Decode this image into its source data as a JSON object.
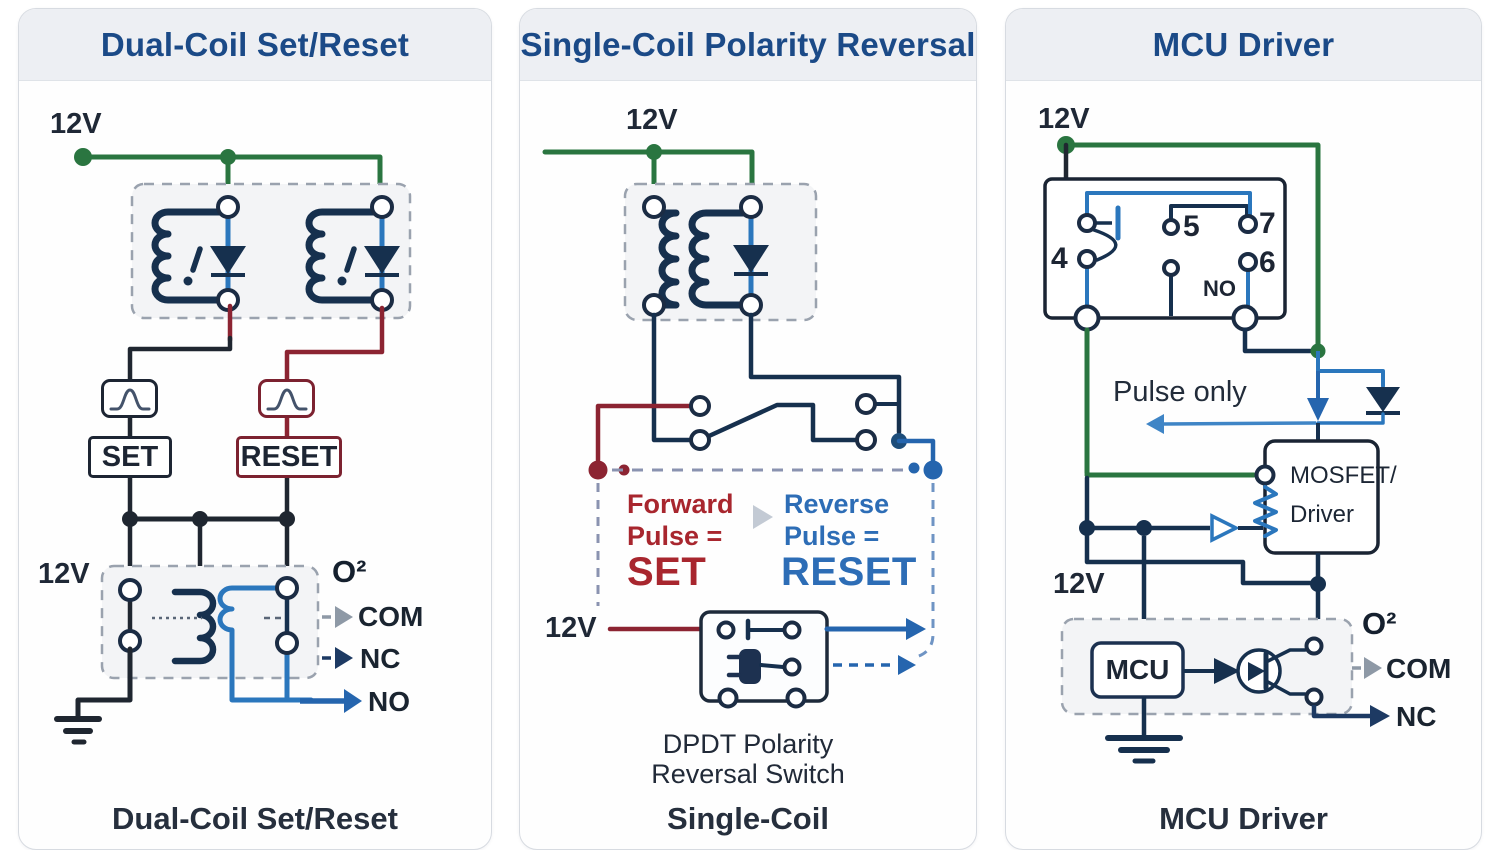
{
  "colors": {
    "title_blue": "#1b4a87",
    "ink": "#1f2630",
    "navy": "#16304e",
    "blue": "#2b77bd",
    "accent_blue": "#2565ae",
    "green": "#2a7540",
    "dark_red": "#8c2432",
    "red_text": "#a8262e",
    "blue_text": "#2d6db6",
    "gray_arrow": "#8e99a6",
    "header_bg": "#edeff3",
    "card_border": "#d7dbe1",
    "inner_bg": "#f3f4f6",
    "caption": "#262f3d"
  },
  "panel1": {
    "title": "Dual-Coil Set/Reset",
    "supply_label": "12V",
    "set_label": "SET",
    "reset_label": "RESET",
    "coil_supply_label": "12V",
    "output_label": "O²",
    "outputs": {
      "com": "COM",
      "nc": "NC",
      "no": "NO"
    },
    "caption": "Dual-Coil Set/Reset"
  },
  "panel2": {
    "title": "Single-Coil Polarity Reversal",
    "supply_label": "12V",
    "forward": {
      "line1": "Forward",
      "line2": "Pulse =",
      "result": "SET"
    },
    "reverse": {
      "line1": "Reverse",
      "line2": "Pulse =",
      "result": "RESET"
    },
    "switch_supply_label": "12V",
    "switch_caption_line1": "DPDT Polarity",
    "switch_caption_line2": "Reversal Switch",
    "caption": "Single-Coil"
  },
  "panel3": {
    "title": "MCU Driver",
    "supply_label": "12V",
    "relay_pins": {
      "p4": "4",
      "p5": "5",
      "p6": "6",
      "p7": "7",
      "no": "NO"
    },
    "pulse_note": "Pulse only",
    "mosfet_line1": "MOSFET/",
    "mosfet_line2": "Driver",
    "mid_supply_label": "12V",
    "mcu_label": "MCU",
    "output_label": "O²",
    "outputs": {
      "com": "COM",
      "nc": "NC"
    },
    "caption": "MCU Driver"
  }
}
